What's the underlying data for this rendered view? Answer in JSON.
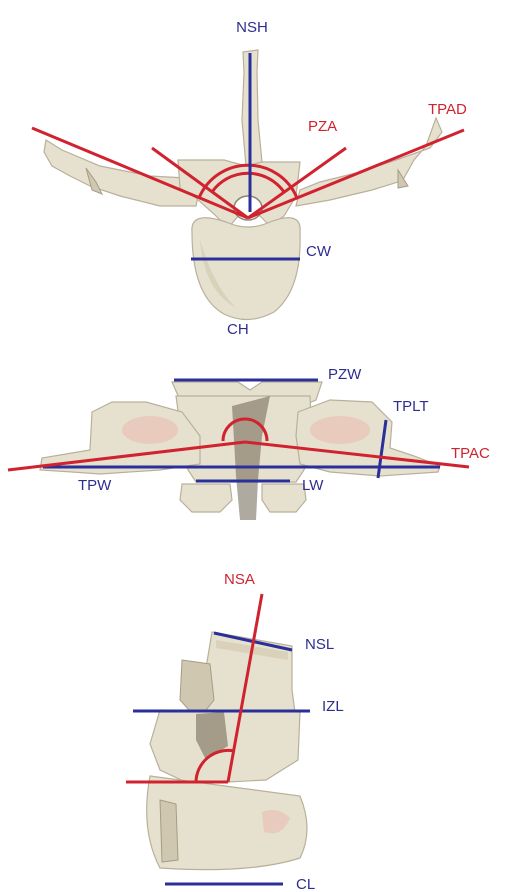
{
  "colors": {
    "measure_linear": "#2b2f9a",
    "measure_angle": "#d0232f",
    "bone": "#e6e1cf"
  },
  "views": {
    "cranial": {
      "labels": {
        "nsh": "NSH",
        "pza": "PZA",
        "tpad": "TPAD",
        "cw": "CW",
        "ch": "CH"
      }
    },
    "dorsal": {
      "labels": {
        "pzw": "PZW",
        "tplt": "TPLT",
        "tpac": "TPAC",
        "tpw": "TPW",
        "lw": "LW"
      }
    },
    "lateral": {
      "labels": {
        "nsa": "NSA",
        "nsl": "NSL",
        "izl": "IZL",
        "cl": "CL"
      }
    }
  }
}
